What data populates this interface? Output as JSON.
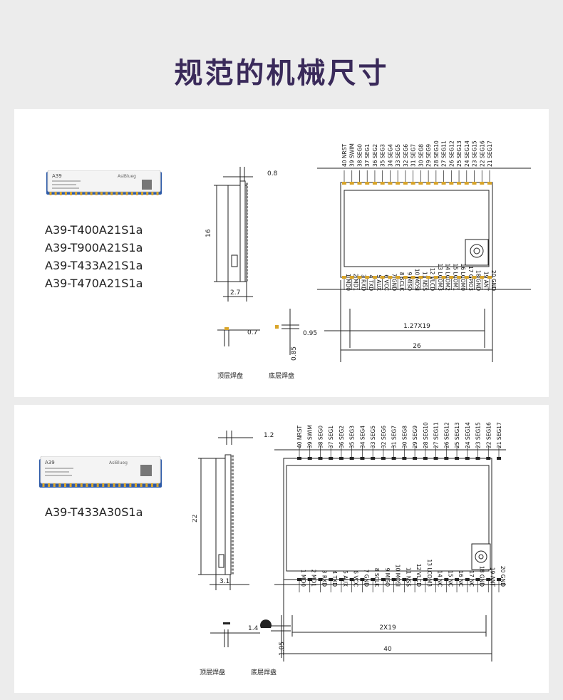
{
  "title": "规范的机械尺寸",
  "section1": {
    "models": [
      "A39-T400A21S1a",
      "A39-T900A21S1a",
      "A39-T433A21S1a",
      "A39-T470A21S1a"
    ],
    "module_label": "A39",
    "module_brand": "AsiBlueg",
    "side_top_dim": "0.8",
    "side_height": "16",
    "side_bottom_dim": "2.7",
    "pad_top_dim": "0.7",
    "pad_bottom_dim": "0.85",
    "pad_side_dim": "0.95",
    "top_pad_label": "顶层焊盘",
    "bottom_pad_label": "底层焊盘",
    "pitch_label": "1.27X19",
    "width_label": "26",
    "top_pins": [
      "40 NRST",
      "39 SWIM",
      "38 SEG0",
      "37 SEG1",
      "36 SEG2",
      "35 SEG3",
      "34 SEG4",
      "33 SEG5",
      "32 SEG6",
      "31 SEG7",
      "30 SEG8",
      "29 SEG9",
      "28 SEG10",
      "27 SEG11",
      "26 SEG12",
      "25 SEG13",
      "24 SEG14",
      "23 SEG15",
      "22 SEG16",
      "21 SEG17"
    ],
    "bottom_pins": [
      "1 MD0",
      "2 MD1",
      "3 RXD",
      "4 TXD",
      "5 AUX",
      "6 VCC",
      "7 GND",
      "8 SCLK",
      "9 MISO",
      "10 MOSI",
      "11 NSS",
      "12 VLCD",
      "13 LCOM3",
      "14 LCOM2",
      "15 LCOM1",
      "16 LCOM0",
      "17 GPIO3",
      "18 GND",
      "19 ANT",
      "20 GND"
    ]
  },
  "section2": {
    "models": [
      "A39-T433A30S1a"
    ],
    "module_label": "A39",
    "module_brand": "AsiBlueg",
    "side_top_dim": "1.2",
    "side_height": "22",
    "side_bottom_dim": "3.1",
    "pad_top_dim": "1.4",
    "pad_bottom_dim": "1.05",
    "top_pad_label": "顶层焊盘",
    "bottom_pad_label": "底层焊盘",
    "pitch_label": "2X19",
    "width_label": "40",
    "top_pins": [
      "40 NRST",
      "39 SWIM",
      "38 SEG0",
      "37 SEG1",
      "36 SEG2",
      "35 SEG3",
      "34 SEG4",
      "33 SEG5",
      "32 SEG6",
      "31 SEG7",
      "30 SEG8",
      "29 SEG9",
      "28 SEG10",
      "27 SEG11",
      "26 SEG12",
      "25 SEG13",
      "24 SEG14",
      "23 SEG15",
      "22 SEG16",
      "21 SEG17"
    ],
    "bottom_pins": [
      "1 MD0",
      "2 MD1",
      "3 RXD",
      "4 TXD",
      "5 AUX",
      "6 VCC",
      "7 GND",
      "8 SCLK",
      "9 MISO",
      "10 MOSI",
      "11 NSS",
      "12 VLCD",
      "13 LCOM3",
      "14 NC",
      "15 NC",
      "16 NC",
      "17 NC",
      "18 GND",
      "19 ANT",
      "20 GND"
    ]
  },
  "colors": {
    "title": "#3a2a5a",
    "module_blue": "#2d5aa8",
    "pad_gold": "#d9a52a",
    "line": "#222222"
  }
}
